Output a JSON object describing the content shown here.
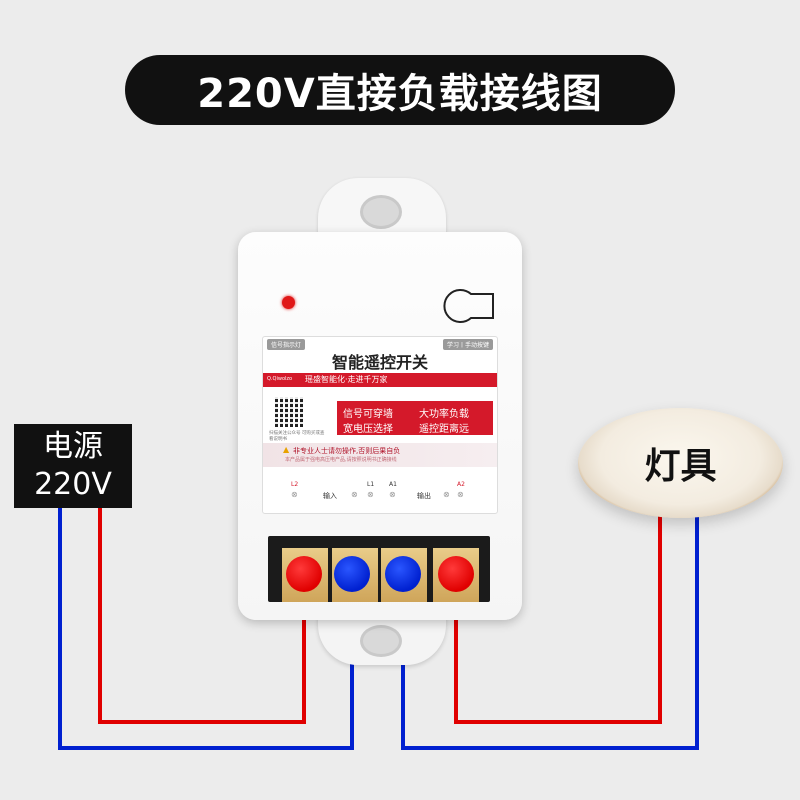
{
  "title": "220V直接负载接线图",
  "power_source": {
    "line1": "电源",
    "line2": "220V"
  },
  "lamp_label": "灯具",
  "device": {
    "tag_left": "信号指示灯",
    "tag_right": "学习丨手动按键",
    "name": "智能遥控开关",
    "brand": "Q.Qiwolzo",
    "slogan": "瑶盛智能化·走进千万家",
    "qr_caption": "扫描关注公众号 可购买或查看说明书",
    "features": [
      "信号可穿墙",
      "大功率负载",
      "宽电压选择",
      "遥控距离远"
    ],
    "warning": "非专业人士请勿操作,否则后果自负",
    "warning_sub": "本产品属于强电高压电产品,请按照说明书正确接线",
    "terminals": {
      "l2": "L2",
      "input": "输入",
      "l1": "L1",
      "a1": "A1",
      "output": "输出",
      "a2": "A2"
    }
  },
  "colors": {
    "live_wire": "#e00000",
    "neutral_wire": "#0020d0",
    "label_red": "#d4192a"
  },
  "icons": {
    "led": "red-led-icon",
    "learn": "learn-button-icon",
    "warning": "warning-triangle-icon"
  }
}
